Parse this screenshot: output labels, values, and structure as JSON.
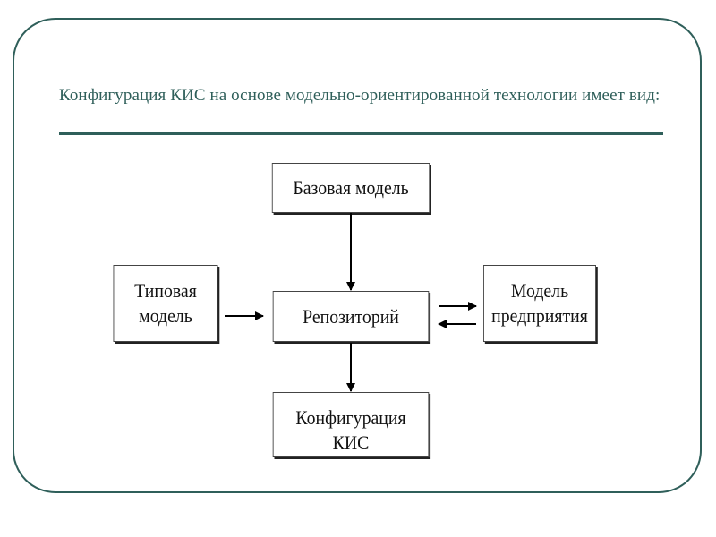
{
  "slide": {
    "title": "Конфигурация КИС на основе модельно-ориентированной технологии имеет вид:"
  },
  "diagram": {
    "nodes": {
      "base_model": "Базовая модель",
      "typical_model": "Типовая\nмодель",
      "repository": "Репозиторий",
      "enterprise_model": "Модель\nпредприятия",
      "configuration": "Конфигурация\nКИС"
    },
    "edges": [
      {
        "from": "base_model",
        "to": "repository"
      },
      {
        "from": "typical_model",
        "to": "repository"
      },
      {
        "from": "repository",
        "to": "enterprise_model"
      },
      {
        "from": "enterprise_model",
        "to": "repository"
      },
      {
        "from": "repository",
        "to": "configuration"
      }
    ]
  }
}
